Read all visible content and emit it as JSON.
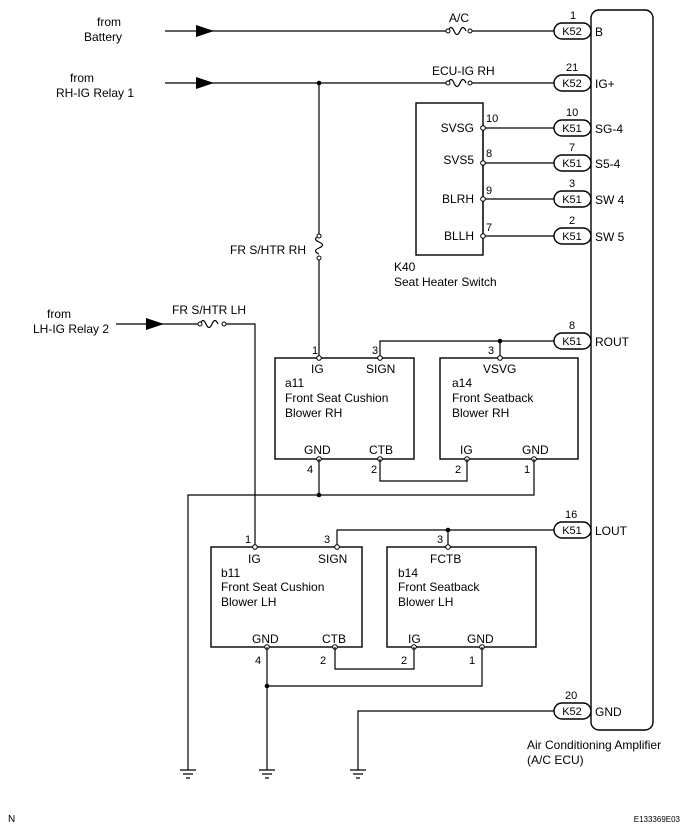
{
  "sources": {
    "battery": {
      "line1": "from",
      "line2": "Battery"
    },
    "rh_ig_relay": {
      "line1": "from",
      "line2": "RH-IG Relay 1"
    },
    "lh_ig_relay": {
      "line1": "from",
      "line2": "LH-IG Relay 2"
    }
  },
  "fuses": {
    "ac": "A/C",
    "ecu_ig_rh": "ECU-IG RH",
    "fr_shtr_rh": "FR S/HTR RH",
    "fr_shtr_lh": "FR S/HTR LH"
  },
  "amplifier": {
    "name_line1": "Air Conditioning Amplifier",
    "name_line2": "(A/C ECU)",
    "pins": [
      {
        "connector": "K52",
        "number": "1",
        "signal": "B"
      },
      {
        "connector": "K52",
        "number": "21",
        "signal": "IG+"
      },
      {
        "connector": "K51",
        "number": "10",
        "signal": "SG-4"
      },
      {
        "connector": "K51",
        "number": "7",
        "signal": "S5-4"
      },
      {
        "connector": "K51",
        "number": "3",
        "signal": "SW 4"
      },
      {
        "connector": "K51",
        "number": "2",
        "signal": "SW 5"
      },
      {
        "connector": "K51",
        "number": "8",
        "signal": "ROUT"
      },
      {
        "connector": "K51",
        "number": "16",
        "signal": "LOUT"
      },
      {
        "connector": "K52",
        "number": "20",
        "signal": "GND"
      }
    ]
  },
  "seat_heater_switch": {
    "id": "K40",
    "name": "Seat Heater Switch",
    "pins": [
      {
        "label": "SVSG",
        "number": "10"
      },
      {
        "label": "SVS5",
        "number": "8"
      },
      {
        "label": "BLRH",
        "number": "9"
      },
      {
        "label": "BLLH",
        "number": "7"
      }
    ]
  },
  "components": {
    "a11": {
      "id": "a11",
      "line1": "Front Seat Cushion",
      "line2": "Blower RH",
      "pins": {
        "ig": {
          "label": "IG",
          "number": "1"
        },
        "sign": {
          "label": "SIGN",
          "number": "3"
        },
        "gnd": {
          "label": "GND",
          "number": "4"
        },
        "ctb": {
          "label": "CTB",
          "number": "2"
        }
      }
    },
    "a14": {
      "id": "a14",
      "line1": "Front Seatback",
      "line2": "Blower RH",
      "pins": {
        "top": {
          "label": "VSVG",
          "number": "3"
        },
        "ig": {
          "label": "IG",
          "number": "2"
        },
        "gnd": {
          "label": "GND",
          "number": "1"
        }
      }
    },
    "b11": {
      "id": "b11",
      "line1": "Front Seat Cushion",
      "line2": "Blower LH",
      "pins": {
        "ig": {
          "label": "IG",
          "number": "1"
        },
        "sign": {
          "label": "SIGN",
          "number": "3"
        },
        "gnd": {
          "label": "GND",
          "number": "4"
        },
        "ctb": {
          "label": "CTB",
          "number": "2"
        }
      }
    },
    "b14": {
      "id": "b14",
      "line1": "Front Seatback",
      "line2": "Blower LH",
      "pins": {
        "top": {
          "label": "FCTB",
          "number": "3"
        },
        "ig": {
          "label": "IG",
          "number": "2"
        },
        "gnd": {
          "label": "GND",
          "number": "1"
        }
      }
    }
  },
  "footer": {
    "left": "N",
    "right": "E133369E03"
  }
}
